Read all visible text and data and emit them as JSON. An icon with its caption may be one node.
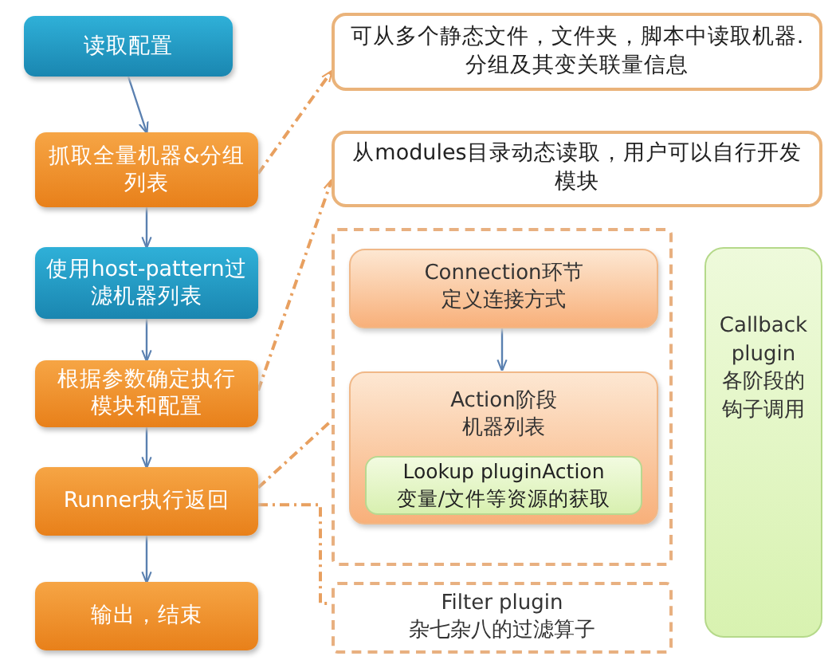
{
  "diagram": {
    "nodes": [
      {
        "text": [
          "读取配置"
        ]
      },
      {
        "text": [
          "抓取全量机器&分组列表"
        ]
      },
      {
        "text": [
          "使用host-pattern过滤机器列表"
        ]
      },
      {
        "text": [
          "根据参数确定执行模块和配置"
        ]
      },
      {
        "text": [
          "Runner执行返回"
        ]
      },
      {
        "text": [
          "输出，结束"
        ]
      },
      {
        "text": [
          "可从多个静态文件，文件夹，脚本中读取机器.分组及其变关联量信息"
        ]
      },
      {
        "text": [
          "从modules目录动态读取，用户可以自行开发模块"
        ]
      },
      {
        "text": [],
        "shape": "box"
      },
      {
        "text": [
          "Connection环节",
          "定义连接方式"
        ],
        "in": 8
      },
      {
        "text": [
          "Action阶段",
          "机器列表"
        ],
        "in": 8
      },
      {
        "text": [
          "Lookup pluginAction",
          "变量/文件等资源的获取"
        ],
        "in": 10
      },
      {
        "text": [
          "Filter plugin",
          "杂七杂八的过滤算子"
        ]
      },
      {
        "text": [
          "Callback plugin",
          "各阶段的钩子调用"
        ]
      }
    ],
    "edges": [
      {
        "from": 0,
        "to": 1,
        "arrow": "to"
      },
      {
        "from": 1,
        "to": 2,
        "arrow": "to"
      },
      {
        "from": 2,
        "to": 3,
        "arrow": "to"
      },
      {
        "from": 3,
        "to": 4,
        "arrow": "to"
      },
      {
        "from": 4,
        "to": 5,
        "arrow": "to"
      },
      {
        "from": 9,
        "to": 10,
        "arrow": "to"
      },
      {
        "from": 1,
        "to": 6,
        "arrow": "to",
        "style": "dashed",
        "color": "#e8a060"
      },
      {
        "from": 3,
        "to": 7,
        "arrow": "to",
        "style": "dashed",
        "color": "#e8a060"
      },
      {
        "from": 4,
        "to": 8,
        "arrow": "none",
        "style": "dashed",
        "color": "#e8a060"
      },
      {
        "from": 4,
        "to": 12,
        "arrow": "none",
        "style": "dashed",
        "color": "#e8a060"
      }
    ]
  }
}
